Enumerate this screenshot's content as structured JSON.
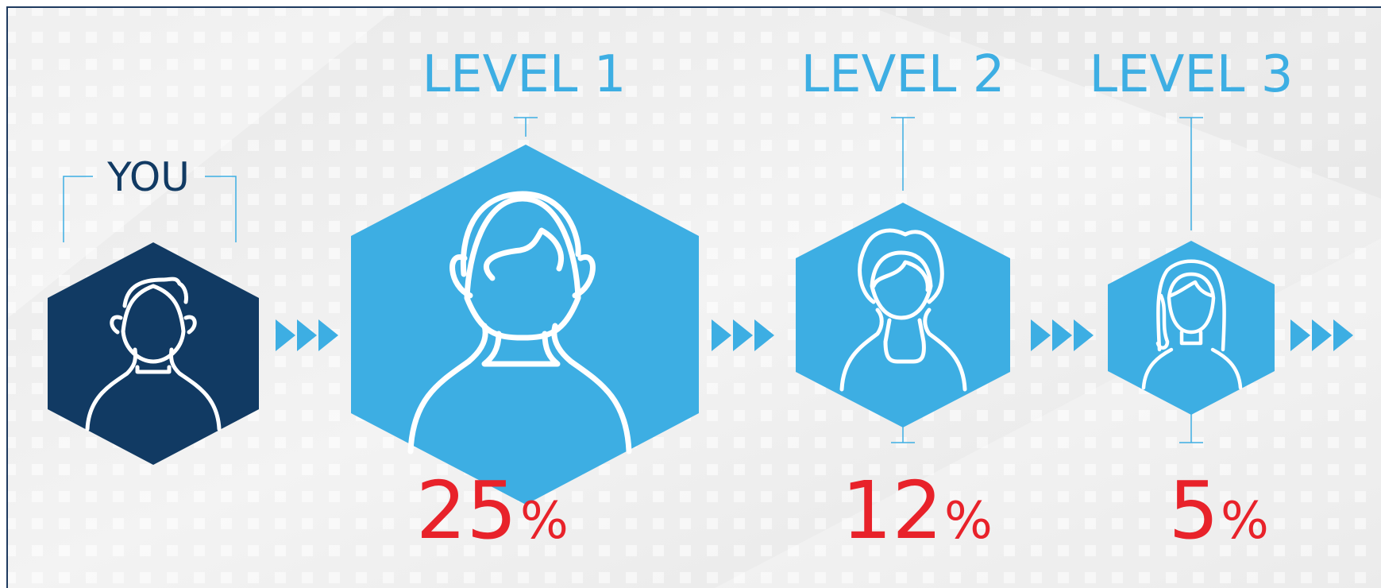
{
  "you_label": "YOU",
  "levels": [
    {
      "label": "LEVEL 1",
      "percent_number": "25",
      "percent_sign": "%",
      "person": "man"
    },
    {
      "label": "LEVEL 2",
      "percent_number": "12",
      "percent_sign": "%",
      "person": "woman"
    },
    {
      "label": "LEVEL 3",
      "percent_number": "5",
      "percent_sign": "%",
      "person": "woman-long-hair"
    }
  ],
  "colors": {
    "you_hex": "#113a63",
    "level_hex": "#3daee3",
    "percent": "#e8222a",
    "frame": "#1e3a5f",
    "background": "#efefef"
  },
  "icons": [
    "person-icon",
    "chevron-triple-icon"
  ]
}
